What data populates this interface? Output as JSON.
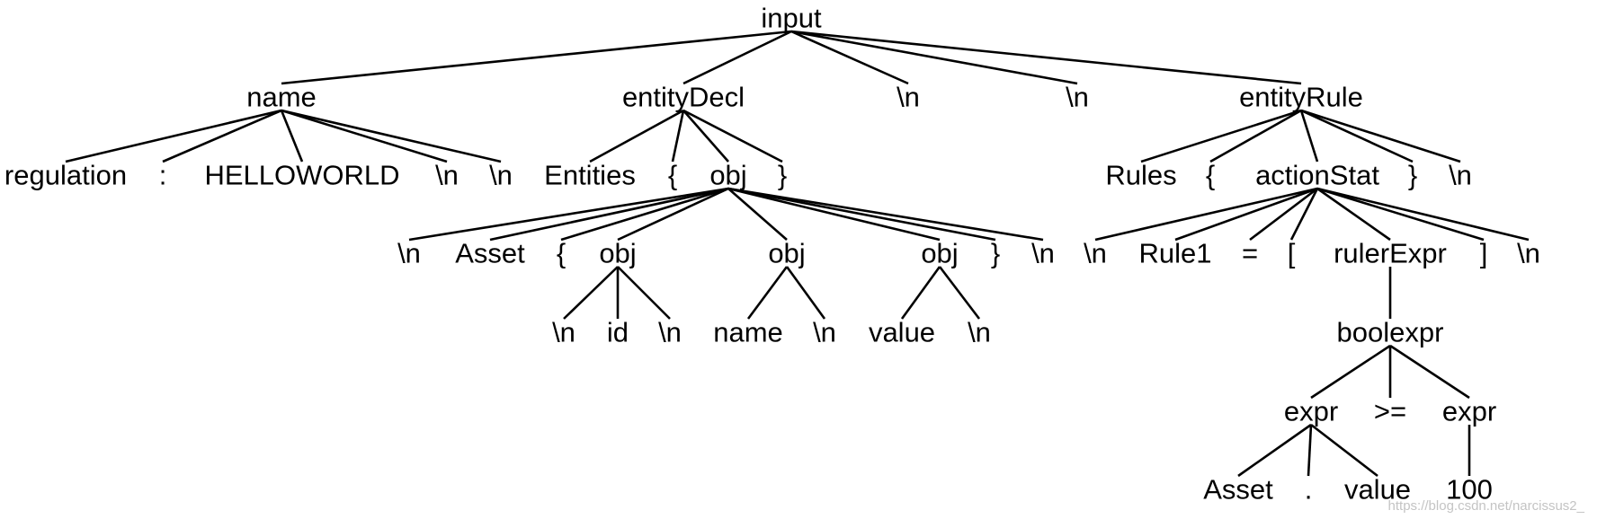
{
  "tree": {
    "label": "input",
    "children": [
      {
        "label": "name",
        "children": [
          {
            "label": "regulation"
          },
          {
            "label": ":"
          },
          {
            "label": "HELLOWORLD"
          },
          {
            "label": "\\n"
          },
          {
            "label": "\\n"
          }
        ]
      },
      {
        "label": "entityDecl",
        "children": [
          {
            "label": "Entities"
          },
          {
            "label": "{"
          },
          {
            "label": "obj",
            "children": [
              {
                "label": "\\n"
              },
              {
                "label": "Asset"
              },
              {
                "label": "{"
              },
              {
                "label": "obj",
                "children": [
                  {
                    "label": "\\n"
                  },
                  {
                    "label": "id"
                  },
                  {
                    "label": "\\n"
                  }
                ]
              },
              {
                "label": "obj",
                "children": [
                  {
                    "label": "name"
                  },
                  {
                    "label": "\\n"
                  }
                ]
              },
              {
                "label": "obj",
                "children": [
                  {
                    "label": "value"
                  },
                  {
                    "label": "\\n"
                  }
                ]
              },
              {
                "label": "}"
              },
              {
                "label": "\\n"
              }
            ]
          },
          {
            "label": "}"
          }
        ]
      },
      {
        "label": "\\n"
      },
      {
        "label": "\\n"
      },
      {
        "label": "entityRule",
        "children": [
          {
            "label": "Rules"
          },
          {
            "label": "{"
          },
          {
            "label": "actionStat",
            "children": [
              {
                "label": "\\n"
              },
              {
                "label": "Rule1"
              },
              {
                "label": "="
              },
              {
                "label": "["
              },
              {
                "label": "rulerExpr",
                "children": [
                  {
                    "label": "boolexpr",
                    "children": [
                      {
                        "label": "expr",
                        "children": [
                          {
                            "label": "Asset"
                          },
                          {
                            "label": "."
                          },
                          {
                            "label": "value"
                          }
                        ]
                      },
                      {
                        "label": ">="
                      },
                      {
                        "label": "expr",
                        "children": [
                          {
                            "label": "100"
                          }
                        ]
                      }
                    ]
                  }
                ]
              },
              {
                "label": "]"
              },
              {
                "label": "\\n"
              }
            ]
          },
          {
            "label": "}"
          },
          {
            "label": "\\n"
          }
        ]
      }
    ]
  },
  "watermark": "https://blog.csdn.net/narcissus2_"
}
